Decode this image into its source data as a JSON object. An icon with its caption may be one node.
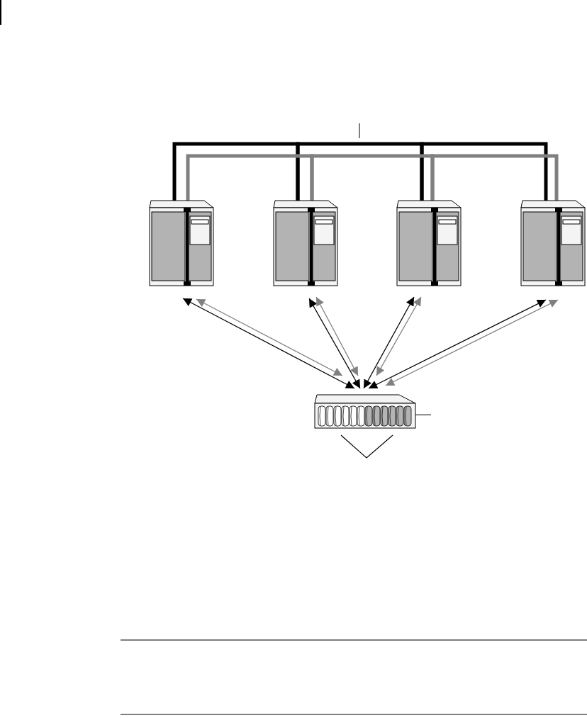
{
  "diagram": {
    "nodes": [
      {
        "text": [],
        "shape": "picture"
      },
      {
        "text": [],
        "shape": "picture"
      },
      {
        "text": [],
        "shape": "picture"
      },
      {
        "text": [],
        "shape": "picture"
      },
      {
        "text": [],
        "shape": "picture"
      }
    ],
    "edges": [
      {
        "from": 0,
        "to": 4,
        "arrow": "both"
      },
      {
        "from": 0,
        "to": 4,
        "arrow": "both",
        "color": "#808080"
      },
      {
        "from": 1,
        "to": 4,
        "arrow": "both"
      },
      {
        "from": 1,
        "to": 4,
        "arrow": "both",
        "color": "#808080"
      },
      {
        "from": 2,
        "to": 4,
        "arrow": "both"
      },
      {
        "from": 2,
        "to": 4,
        "arrow": "both",
        "color": "#808080"
      },
      {
        "from": 3,
        "to": 4,
        "arrow": "both"
      },
      {
        "from": 3,
        "to": 4,
        "arrow": "both",
        "color": "#808080"
      },
      {
        "from": 0,
        "to": 1,
        "arrow": "none",
        "style": "thick"
      },
      {
        "from": 1,
        "to": 2,
        "arrow": "none",
        "style": "thick"
      },
      {
        "from": 2,
        "to": 3,
        "arrow": "none",
        "style": "thick"
      },
      {
        "from": 0,
        "to": 1,
        "arrow": "none",
        "style": "thick",
        "color": "#808080"
      },
      {
        "from": 1,
        "to": 2,
        "arrow": "none",
        "style": "thick",
        "color": "#808080"
      },
      {
        "from": 2,
        "to": 3,
        "arrow": "none",
        "style": "thick",
        "color": "#808080"
      },
      {
        "from": 4,
        "to": null,
        "arrow": "none"
      }
    ]
  }
}
